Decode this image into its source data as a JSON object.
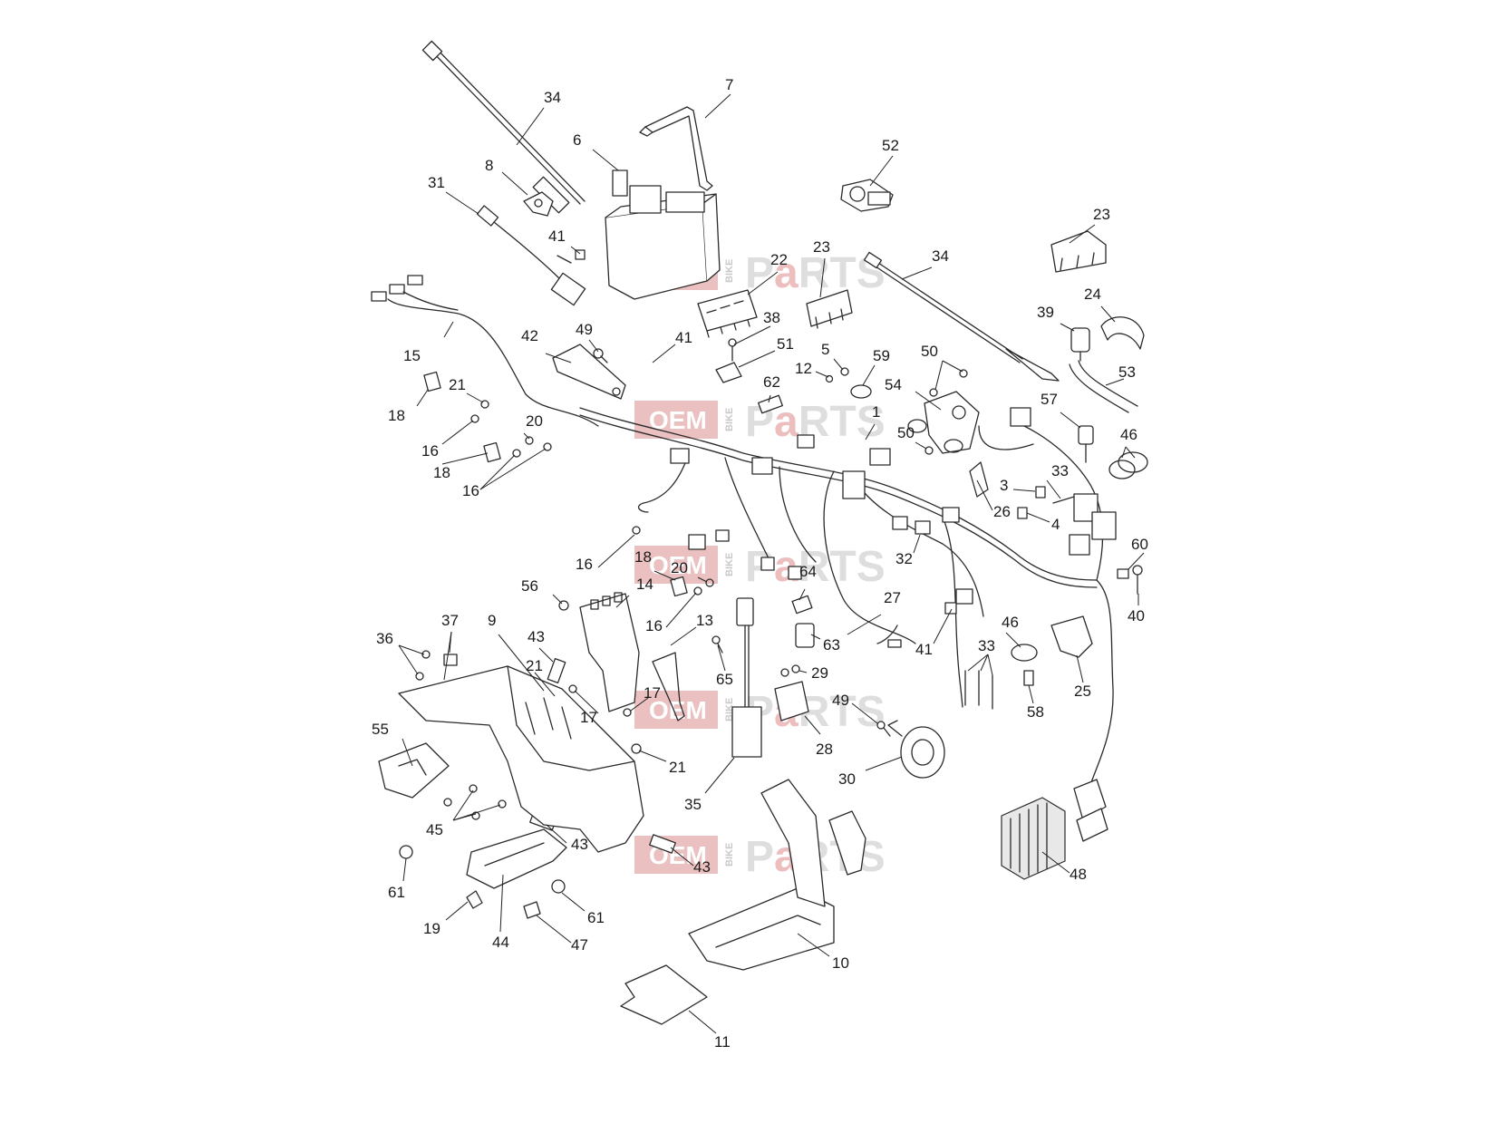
{
  "watermark": {
    "oem": "OEM",
    "bike": "BIKE",
    "parts_p": "P",
    "parts_a": "a",
    "parts_rest": "RTS"
  },
  "callouts": [
    {
      "id": "c1",
      "text": "34"
    },
    {
      "id": "c2",
      "text": "7"
    },
    {
      "id": "c3",
      "text": "6"
    },
    {
      "id": "c4",
      "text": "52"
    },
    {
      "id": "c5",
      "text": "8"
    },
    {
      "id": "c6",
      "text": "31"
    },
    {
      "id": "c7",
      "text": "41"
    },
    {
      "id": "c8",
      "text": "22"
    },
    {
      "id": "c9",
      "text": "23"
    },
    {
      "id": "c10",
      "text": "34"
    },
    {
      "id": "c11",
      "text": "23"
    },
    {
      "id": "c12",
      "text": "24"
    },
    {
      "id": "c13",
      "text": "39"
    },
    {
      "id": "c14",
      "text": "53"
    },
    {
      "id": "c15",
      "text": "38"
    },
    {
      "id": "c16",
      "text": "49"
    },
    {
      "id": "c17",
      "text": "41"
    },
    {
      "id": "c18",
      "text": "42"
    },
    {
      "id": "c19",
      "text": "51"
    },
    {
      "id": "c20",
      "text": "5"
    },
    {
      "id": "c21",
      "text": "12"
    },
    {
      "id": "c22",
      "text": "59"
    },
    {
      "id": "c23",
      "text": "50"
    },
    {
      "id": "c24",
      "text": "15"
    },
    {
      "id": "c25",
      "text": "62"
    },
    {
      "id": "c26",
      "text": "54"
    },
    {
      "id": "c27",
      "text": "57"
    },
    {
      "id": "c28",
      "text": "21"
    },
    {
      "id": "c29",
      "text": "18"
    },
    {
      "id": "c30",
      "text": "1"
    },
    {
      "id": "c31",
      "text": "20"
    },
    {
      "id": "c32",
      "text": "46"
    },
    {
      "id": "c33",
      "text": "16"
    },
    {
      "id": "c34",
      "text": "50"
    },
    {
      "id": "c35",
      "text": "18"
    },
    {
      "id": "c36",
      "text": "33"
    },
    {
      "id": "c37",
      "text": "16"
    },
    {
      "id": "c38",
      "text": "3"
    },
    {
      "id": "c39",
      "text": "26"
    },
    {
      "id": "c40",
      "text": "4"
    },
    {
      "id": "c41",
      "text": "60"
    },
    {
      "id": "c42",
      "text": "16"
    },
    {
      "id": "c43",
      "text": "18"
    },
    {
      "id": "c44",
      "text": "32"
    },
    {
      "id": "c45",
      "text": "20"
    },
    {
      "id": "c46",
      "text": "14"
    },
    {
      "id": "c47",
      "text": "64"
    },
    {
      "id": "c48",
      "text": "56"
    },
    {
      "id": "c49",
      "text": "40"
    },
    {
      "id": "c50",
      "text": "27"
    },
    {
      "id": "c51",
      "text": "16"
    },
    {
      "id": "c52",
      "text": "13"
    },
    {
      "id": "c53",
      "text": "37"
    },
    {
      "id": "c54",
      "text": "9"
    },
    {
      "id": "c55",
      "text": "46"
    },
    {
      "id": "c56",
      "text": "36"
    },
    {
      "id": "c57",
      "text": "43"
    },
    {
      "id": "c58",
      "text": "63"
    },
    {
      "id": "c59",
      "text": "41"
    },
    {
      "id": "c60",
      "text": "33"
    },
    {
      "id": "c61",
      "text": "21"
    },
    {
      "id": "c62",
      "text": "65"
    },
    {
      "id": "c63",
      "text": "29"
    },
    {
      "id": "c64",
      "text": "25"
    },
    {
      "id": "c65",
      "text": "17"
    },
    {
      "id": "c66",
      "text": "17"
    },
    {
      "id": "c67",
      "text": "58"
    },
    {
      "id": "c68",
      "text": "49"
    },
    {
      "id": "c69",
      "text": "55"
    },
    {
      "id": "c70",
      "text": "28"
    },
    {
      "id": "c71",
      "text": "21"
    },
    {
      "id": "c72",
      "text": "30"
    },
    {
      "id": "c73",
      "text": "35"
    },
    {
      "id": "c74",
      "text": "45"
    },
    {
      "id": "c75",
      "text": "43"
    },
    {
      "id": "c76",
      "text": "43"
    },
    {
      "id": "c77",
      "text": "48"
    },
    {
      "id": "c78",
      "text": "61"
    },
    {
      "id": "c79",
      "text": "61"
    },
    {
      "id": "c80",
      "text": "19"
    },
    {
      "id": "c81",
      "text": "44"
    },
    {
      "id": "c82",
      "text": "47"
    },
    {
      "id": "c83",
      "text": "10"
    },
    {
      "id": "c84",
      "text": "11"
    }
  ]
}
